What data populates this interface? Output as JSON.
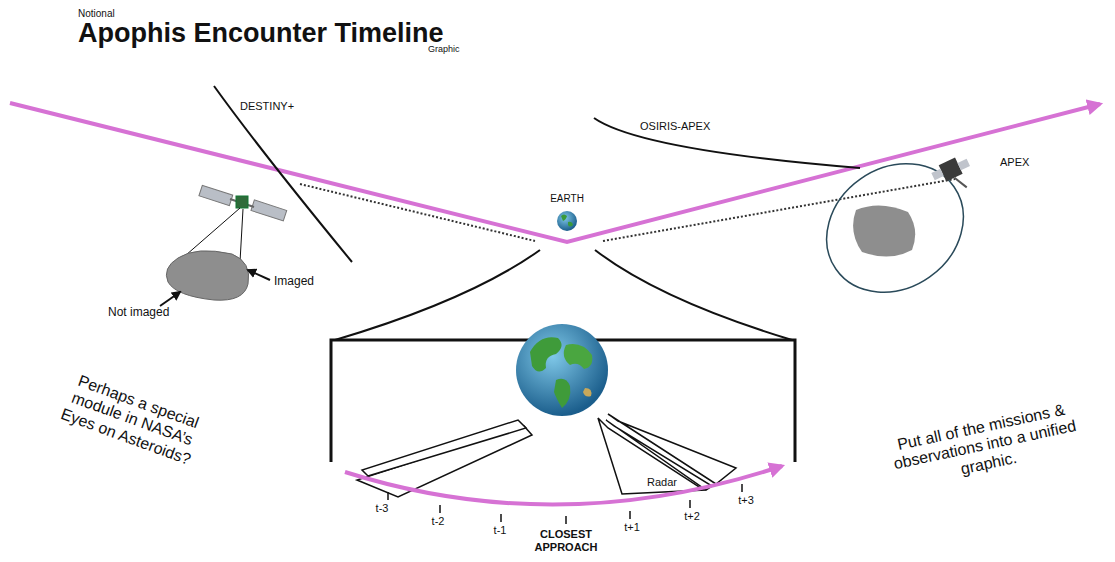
{
  "diagram": {
    "title": "Apophis Encounter Timeline",
    "labels": [
      "Notional",
      "Graphic",
      "DESTINY+",
      "OSIRIS-APEX",
      "EARTH",
      "APEX",
      "Imaged",
      "Not imaged",
      "Radar",
      "t-3",
      "t-2",
      "t-1",
      "CLOSEST APPROACH",
      "t+1",
      "t+2",
      "t+3",
      "Perhaps a special module in NASA’s Eyes on Asteroids?",
      "Put all of the missions & observations into a unified graphic."
    ]
  }
}
